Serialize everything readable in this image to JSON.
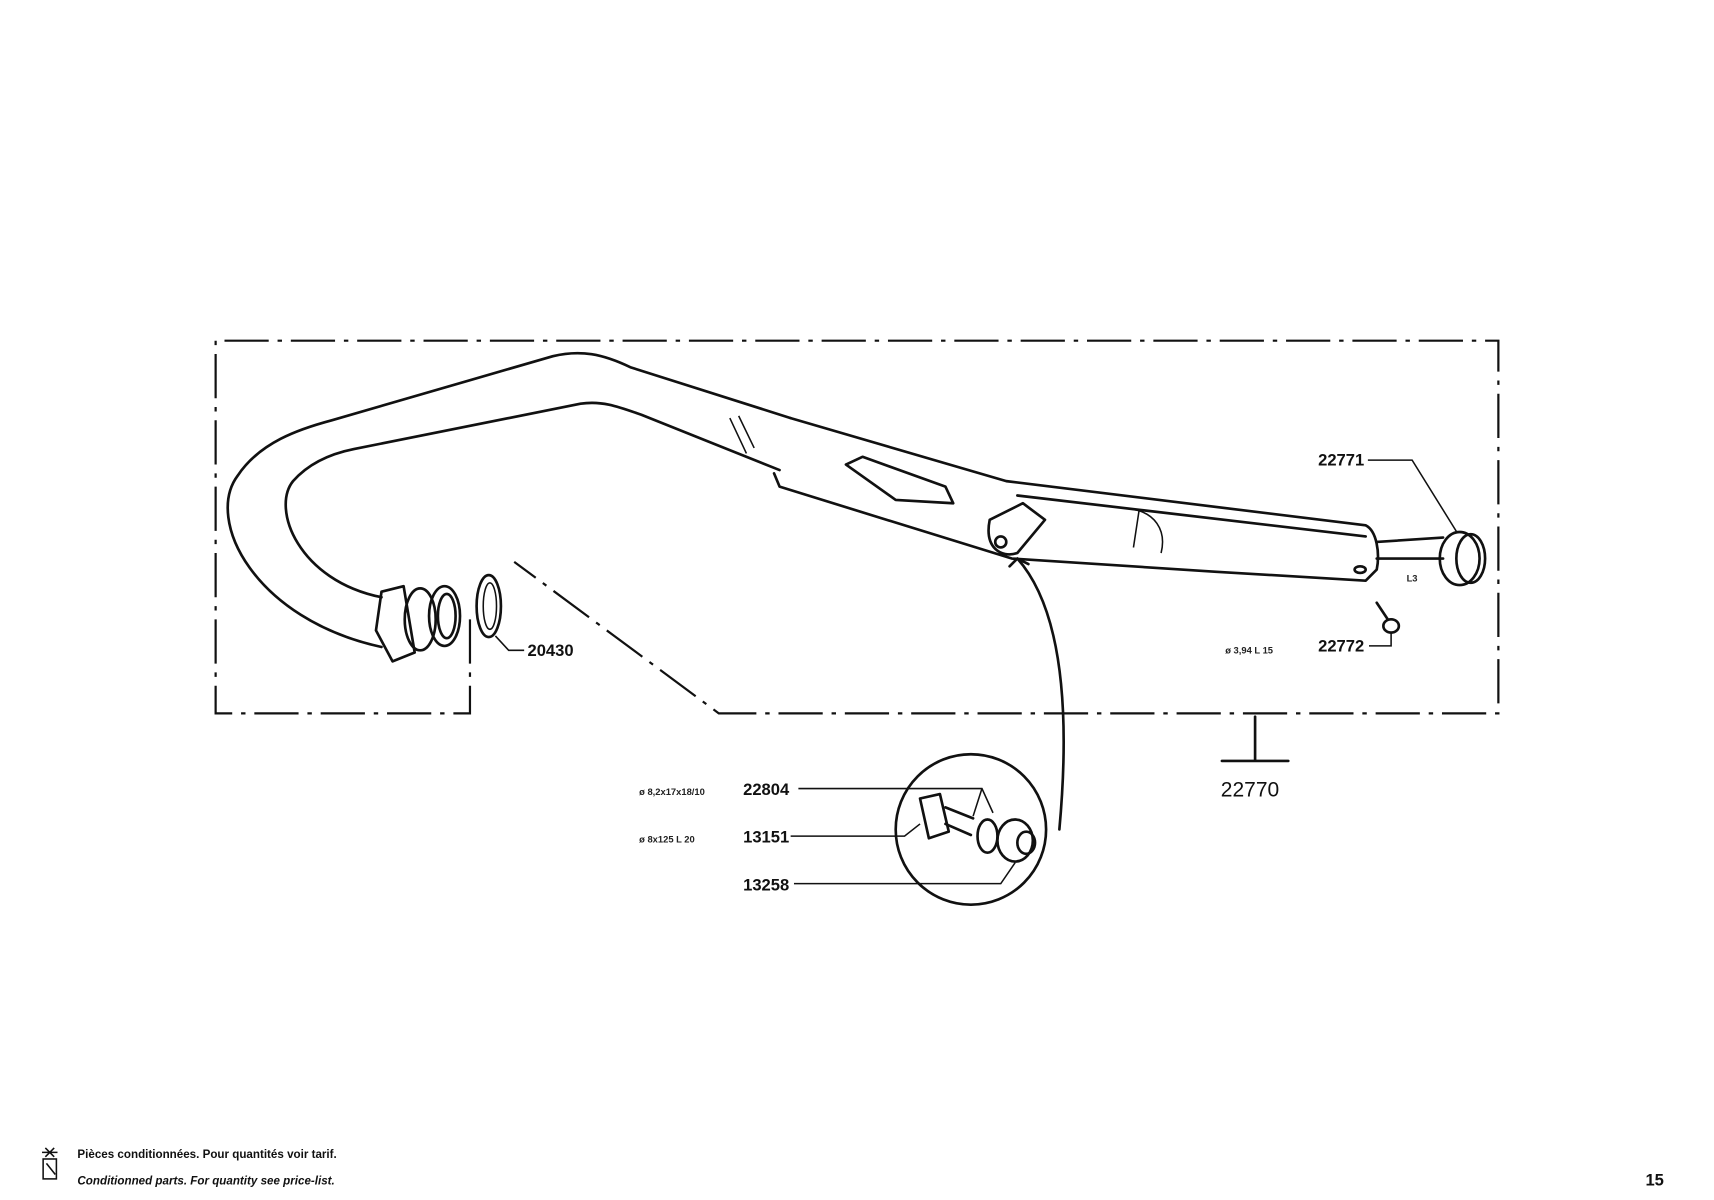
{
  "diagram": {
    "parts": {
      "p20430": "20430",
      "p22771": "22771",
      "p22772": "22772",
      "p22770": "22770",
      "p22804": "22804",
      "p13151": "13151",
      "p13258": "13258"
    },
    "specs": {
      "s22772": "ø 3,94 L 15",
      "s22804": "ø 8,2x17x18/10",
      "s13151": "ø 8x125 L 20",
      "mark_l3": "L3"
    }
  },
  "footer": {
    "note_fr": "Pièces conditionnées. Pour quantités voir tarif.",
    "note_en": "Conditionned parts. For quantity see price-list.",
    "page_number": "15"
  }
}
